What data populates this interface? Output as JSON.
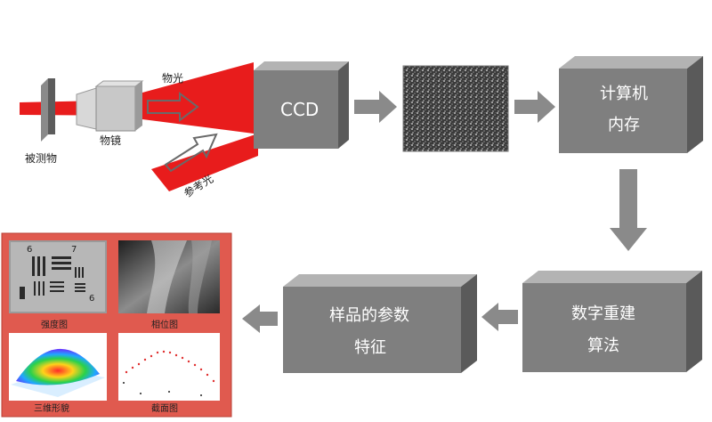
{
  "labels": {
    "specimen": "被测物",
    "objective": "物镜",
    "object_light": "物光",
    "reference_light": "参考光",
    "ccd": "CCD",
    "memory_line1": "计算机",
    "memory_line2": "内存",
    "recon_line1": "数字重建",
    "recon_line2": "算法",
    "params_line1": "样品的参数",
    "params_line2": "特征"
  },
  "results_panel": {
    "intensity": "强度图",
    "phase": "相位图",
    "3d": "三维形貌",
    "section": "截面图",
    "target_digit_6": "6",
    "target_digit_7": "7",
    "target_digit_6b": "6"
  },
  "colors": {
    "laser": "#e81c1c",
    "box_front": "#7f7f7f",
    "box_top": "#b3b3b3",
    "box_side": "#5a5a5a",
    "panel_bg": "#e05a4f"
  }
}
